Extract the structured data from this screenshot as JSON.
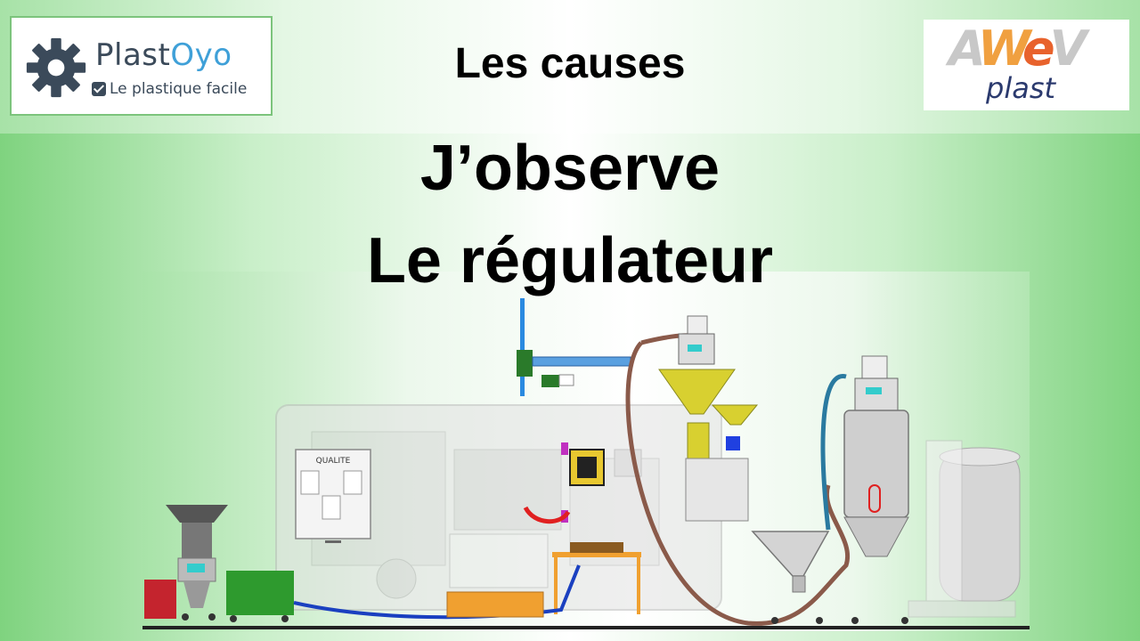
{
  "header": {
    "logo_left": {
      "brand_part1": "Plast",
      "brand_part2": "Oyo",
      "tagline": "Le plastique facile"
    },
    "logo_right": {
      "brand_top": "AWEV",
      "brand_bottom": "plast"
    }
  },
  "slide": {
    "subtitle": "Les causes",
    "title_line1": "J’observe",
    "title_line2": "Le régulateur"
  },
  "illustration": {
    "quality_panel_label": "QUALITE"
  },
  "colors": {
    "accent_green": "#7fd37f",
    "brand_blue": "#3fa0d8",
    "brand_dark": "#3b4a5a",
    "awe_orange": "#e8622c"
  }
}
